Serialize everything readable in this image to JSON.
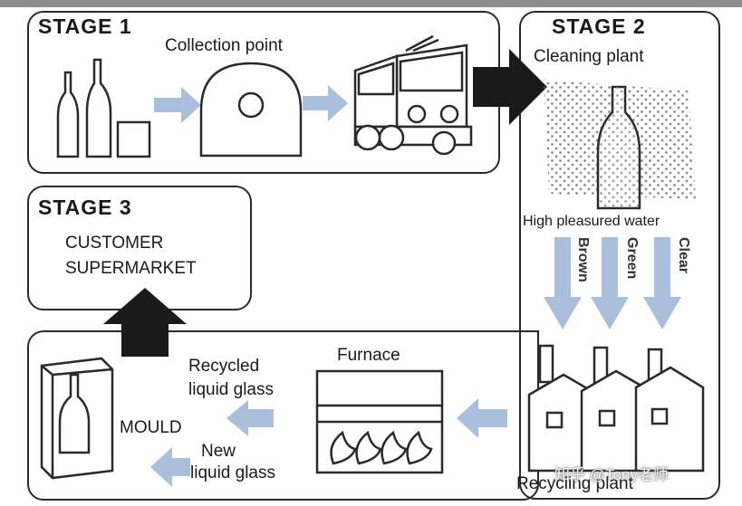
{
  "stages": {
    "stage1": "STAGE 1",
    "stage2": "STAGE 2",
    "stage3": "STAGE 3"
  },
  "labels": {
    "collection_point": "Collection point",
    "cleaning_plant": "Cleaning plant",
    "high_pressure_water": "High pleasured water",
    "customer": "CUSTOMER",
    "supermarket": "SUPERMARKET",
    "furnace": "Furnace",
    "recycled_liquid_glass_1": "Recycled",
    "recycled_liquid_glass_2": "liquid glass",
    "mould": "MOULD",
    "new_liquid_glass_1": "New",
    "new_liquid_glass_2": "liquid glass",
    "recycling_plant": "Recycling plant"
  },
  "glass_colors": [
    "Brown",
    "Green",
    "Clear"
  ],
  "watermark": "知乎 @Tony老师",
  "colors": {
    "arrow_blue": "#a9bfdc",
    "arrow_black": "#1a1a1a",
    "outline": "#2a2a2a"
  }
}
